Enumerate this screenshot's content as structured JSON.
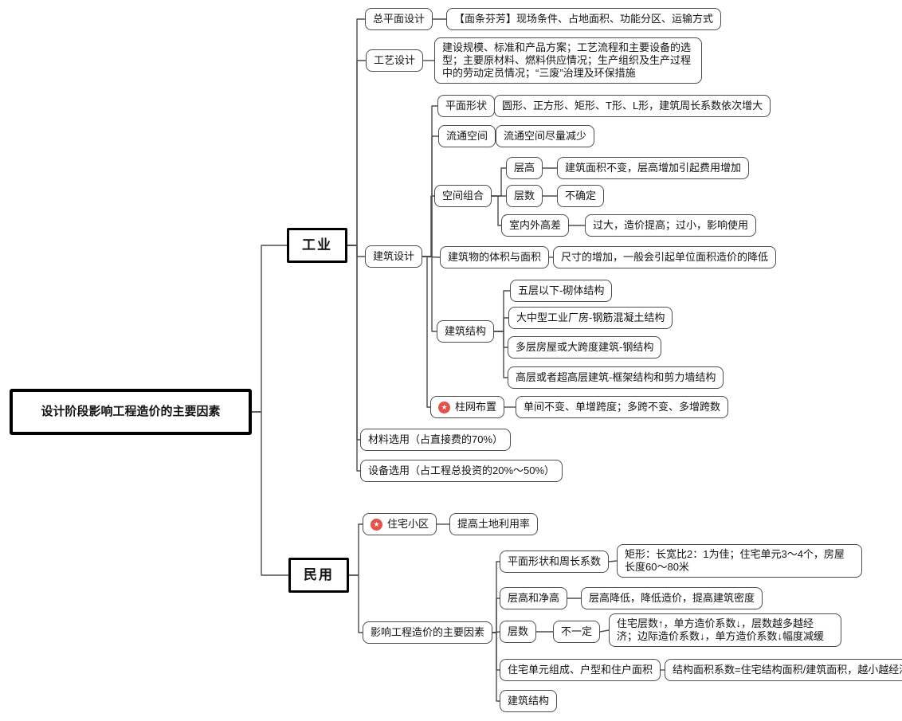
{
  "colors": {
    "line": "#4d4d4d",
    "box_border": "#4d4d4d",
    "badge_red": "#e8514a"
  },
  "icons": {
    "star_badge": "★"
  },
  "mindmap": {
    "root": "设计阶段影响工程造价的主要因素",
    "industrial": {
      "label": "工业",
      "site_plan": {
        "label": "总平面设计",
        "note": "【面条芬芳】现场条件、占地面积、功能分区、运输方式"
      },
      "process_design": {
        "label": "工艺设计",
        "note": "建设规模、标准和产品方案；工艺流程和主要设备的选型；主要原材料、燃料供应情况；生产组织及生产过程中的劳动定员情况；“三废”治理及环保措施"
      },
      "arch_design": {
        "label": "建筑设计",
        "plane_shape": {
          "label": "平面形状",
          "note": "圆形、正方形、矩形、T形、L形，建筑周长系数依次增大"
        },
        "circulation": {
          "label": "流通空间",
          "note": "流通空间尽量减少"
        },
        "space_combo": {
          "label": "空间组合",
          "storey_height": {
            "label": "层高",
            "note": "建筑面积不变，层高增加引起费用增加"
          },
          "storey_num": {
            "label": "层数",
            "note": "不确定"
          },
          "height_diff": {
            "label": "室内外高差",
            "note": "过大，造价提高；过小，影响使用"
          }
        },
        "volume_area": {
          "label": "建筑物的体积与面积",
          "note": "尺寸的增加，一般会引起单位面积造价的降低"
        },
        "structure": {
          "label": "建筑结构",
          "item1": "五层以下-砌体结构",
          "item2": "大中型工业厂房-钢筋混凝土结构",
          "item3": "多层房屋或大跨度建筑-钢结构",
          "item4": "高层或者超高层建筑-框架结构和剪力墙结构"
        },
        "column_grid": {
          "label": "柱网布置",
          "note": "单间不变、单增跨度；多跨不变、多增跨数"
        }
      },
      "material": {
        "label": "材料选用（占直接费的70%）"
      },
      "equipment": {
        "label": "设备选用（占工程总投资的20%～50%）"
      }
    },
    "civil": {
      "label": "民用",
      "residential": {
        "label": "住宅小区",
        "note": "提高土地利用率"
      },
      "cost_factors": {
        "label": "影响工程造价的主要因素",
        "plane_perimeter": {
          "label": "平面形状和周长系数",
          "note": "矩形：长宽比2：1为佳；住宅单元3～4个，房屋长度60～80米"
        },
        "storey_clear": {
          "label": "层高和净高",
          "note": "层高降低，降低造价，提高建筑密度"
        },
        "floors": {
          "label": "层数",
          "mid": "不一定",
          "note": "住宅层数↑，单方造价系数↓，层数越多越经济；边际造价系数↓，单方造价系数↓幅度减缓"
        },
        "unit_comp": {
          "label": "住宅单元组成、户型和住户面积",
          "note": "结构面积系数=住宅结构面积/建筑面积，越小越经济"
        },
        "structure": {
          "label": "建筑结构"
        }
      }
    }
  }
}
